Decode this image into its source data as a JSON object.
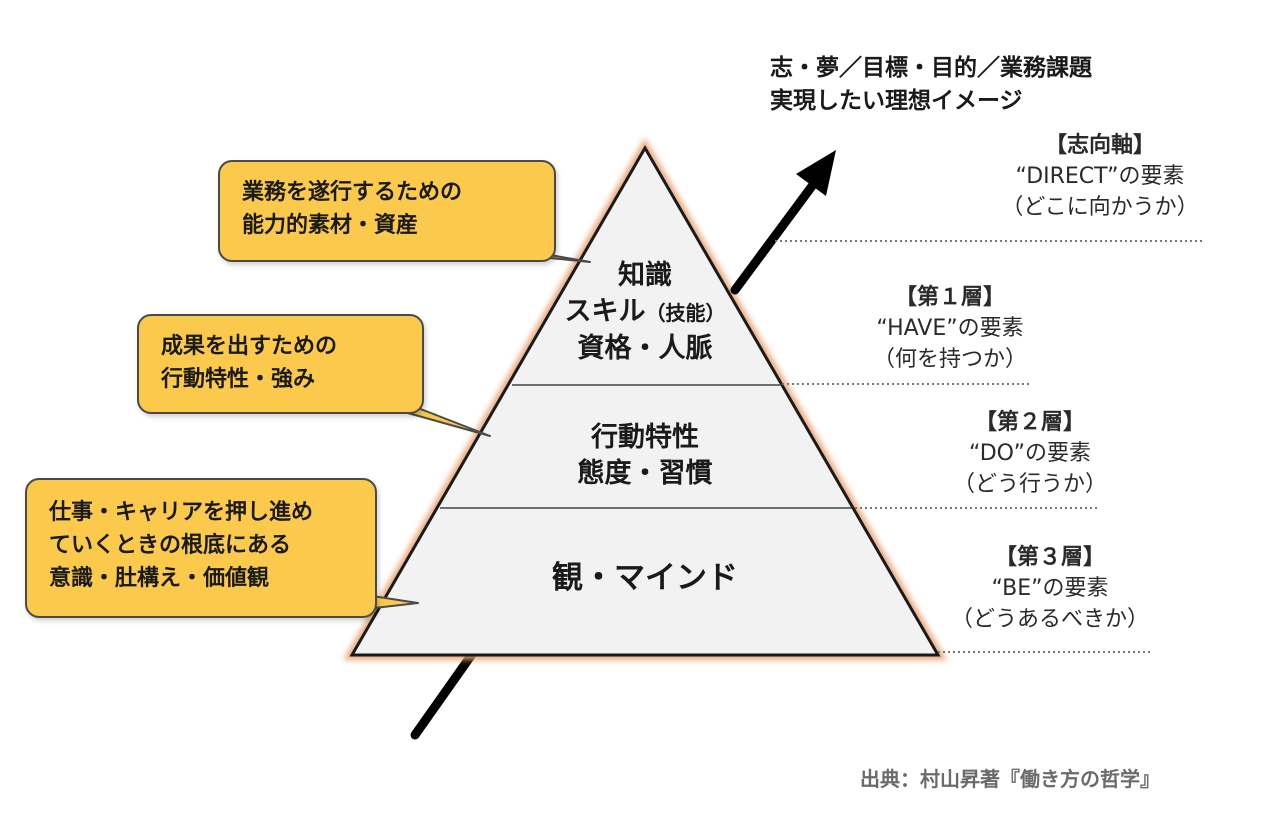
{
  "axis_title": {
    "line1": "志・夢／目標・目的／業務課題",
    "line2": "実現したい理想イメージ"
  },
  "pyramid": {
    "top": {
      "line1": "知識",
      "line2_main": "スキル",
      "line2_small": "（技能）",
      "line3": "資格・人脈"
    },
    "middle": {
      "line1": "行動特性",
      "line2": "態度・習慣"
    },
    "base": {
      "line1": "観・マインド"
    }
  },
  "callouts": [
    {
      "line1": "業務を遂行するための",
      "line2": "能力的素材・資産"
    },
    {
      "line1": "成果を出すための",
      "line2": "行動特性・強み"
    },
    {
      "line1": "仕事・キャリアを押し進め",
      "line2": "ていくときの根底にある",
      "line3": "意識・肚構え・価値観"
    }
  ],
  "layers": {
    "axis": {
      "head": "【志向軸】",
      "element": "“DIRECT”の要素",
      "question": "（どこに向かうか）"
    },
    "layer1": {
      "head": "【第１層】",
      "element": "“HAVE”の要素",
      "question": "（何を持つか）"
    },
    "layer2": {
      "head": "【第２層】",
      "element": "“DO”の要素",
      "question": "（どう行うか）"
    },
    "layer3": {
      "head": "【第３層】",
      "element": "“BE”の要素",
      "question": "（どうあるべきか）"
    }
  },
  "source": "出典：村山昇著『働き方の哲学』",
  "colors": {
    "callout_fill": "#fbc94b",
    "pyramid_fill": "#f2f2f2",
    "pyramid_glow": "#e8a070",
    "arrow": "#000000"
  }
}
